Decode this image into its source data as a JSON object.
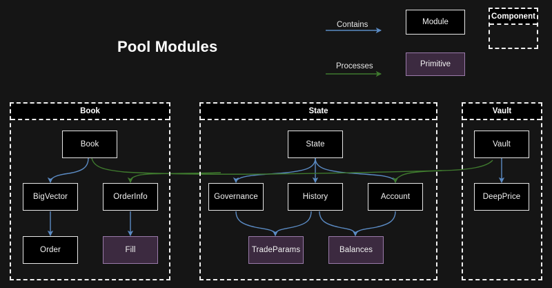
{
  "title": "Pool Modules",
  "colors": {
    "background": "#151515",
    "node_fill": "#000000",
    "node_border": "#e8e8e8",
    "primitive_fill": "#3c2a40",
    "primitive_border": "#9b7bab",
    "contains_edge": "#5b8bc4",
    "processes_edge": "#3f7a2e",
    "text": "#f2f2f2"
  },
  "legend": {
    "contains_label": "Contains",
    "processes_label": "Processes",
    "module_label": "Module",
    "primitive_label": "Primitive",
    "component_label": "Component"
  },
  "groups": [
    {
      "id": "book",
      "label": "Book"
    },
    {
      "id": "state",
      "label": "State"
    },
    {
      "id": "vault",
      "label": "Vault"
    }
  ],
  "nodes": {
    "book": {
      "label": "Book",
      "kind": "module"
    },
    "bigvector": {
      "label": "BigVector",
      "kind": "module"
    },
    "orderinfo": {
      "label": "OrderInfo",
      "kind": "module"
    },
    "order": {
      "label": "Order",
      "kind": "module"
    },
    "fill": {
      "label": "Fill",
      "kind": "primitive"
    },
    "state": {
      "label": "State",
      "kind": "module"
    },
    "governance": {
      "label": "Governance",
      "kind": "module"
    },
    "history": {
      "label": "History",
      "kind": "module"
    },
    "account": {
      "label": "Account",
      "kind": "module"
    },
    "tradeparams": {
      "label": "TradeParams",
      "kind": "primitive"
    },
    "balances": {
      "label": "Balances",
      "kind": "primitive"
    },
    "vault": {
      "label": "Vault",
      "kind": "module"
    },
    "deepprice": {
      "label": "DeepPrice",
      "kind": "module"
    }
  },
  "edges": [
    {
      "from": "book",
      "to": "bigvector",
      "type": "contains"
    },
    {
      "from": "bigvector",
      "to": "order",
      "type": "contains"
    },
    {
      "from": "orderinfo",
      "to": "fill",
      "type": "contains"
    },
    {
      "from": "state",
      "to": "governance",
      "type": "contains"
    },
    {
      "from": "state",
      "to": "history",
      "type": "contains"
    },
    {
      "from": "state",
      "to": "account",
      "type": "contains"
    },
    {
      "from": "governance",
      "to": "tradeparams",
      "type": "contains"
    },
    {
      "from": "history",
      "to": "tradeparams",
      "type": "contains"
    },
    {
      "from": "history",
      "to": "balances",
      "type": "contains"
    },
    {
      "from": "account",
      "to": "balances",
      "type": "contains"
    },
    {
      "from": "vault",
      "to": "deepprice",
      "type": "contains"
    },
    {
      "from": "book",
      "to": "orderinfo",
      "type": "processes"
    },
    {
      "from": "vault",
      "to": "account",
      "type": "processes"
    }
  ]
}
